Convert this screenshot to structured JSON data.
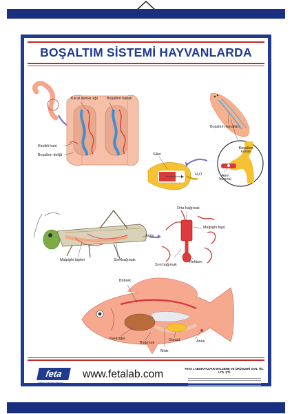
{
  "poster": {
    "title": "BOŞALTIM SİSTEMİ HAYVANLARDA",
    "website": "www.fetalab.com",
    "logo": {
      "brand": "feta",
      "tagline": "Eğitim Araçları Merkezi"
    },
    "company": "FETA LABORATUVAR MALZEME VE ÜRÜNLERİ SAN. TİC. LTD. ŞTİ."
  },
  "labels": {
    "earthworm": {
      "kilcal_damar_agi": "Kılcal damar ağı",
      "bosaltim_kanali": "Boşaltım kanalı",
      "kirpikli_huni": "Kirpikli huni",
      "bosaltim_deligi": "Boşaltım deliği"
    },
    "planaria": {
      "bosaltim_kanallari": "Boşaltım kanalları",
      "bosaltim_kanali": "Boşaltım kanalı",
      "siller": "Siller",
      "h2o": "H₂O",
      "alev_hucresi": "Alev hücresi"
    },
    "insect": {
      "orta_bagirsak": "Orta bağırsak",
      "malpighi_tupu": "Malpighi tüpü",
      "anus": "Anüs",
      "malpighi_tupleri": "Malpighi tüpleri",
      "son_bagirsak": "Son bağırsak",
      "son_bagirsak_2": "Son bağırsak",
      "rektum": "Rektum"
    },
    "fish": {
      "bobrek": "Böbrek",
      "karaciger": "Karaciğer",
      "bagirsak": "Bağırsak",
      "gonad": "Gonad",
      "anus": "Anüs",
      "mide": "Mide"
    }
  },
  "colors": {
    "frame_blue": "#1f3a8f",
    "hanger_blue": "#1a2f80",
    "rule_red": "#c62828"
  }
}
